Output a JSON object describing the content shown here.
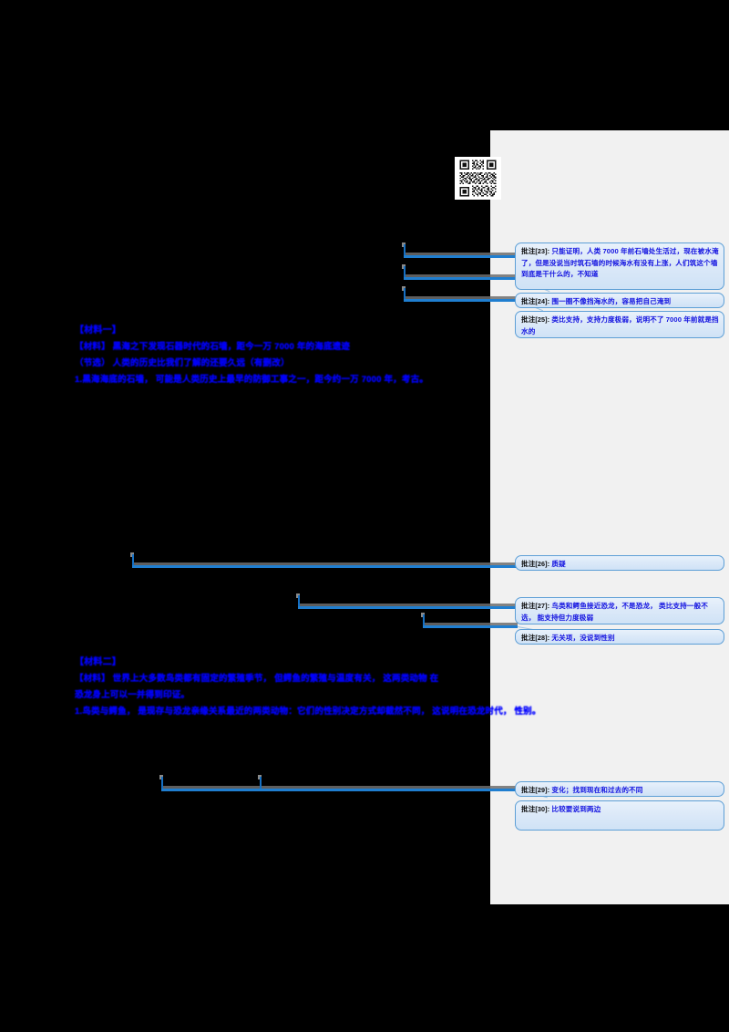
{
  "document": {
    "background_color": "#000000",
    "comment_pane_color": "#f1f1f1",
    "body_text_color": "#1414f0",
    "callout_border_color": "#5d9fd6",
    "callout_fill_color": "#dce9f8",
    "anchor_line_color": "#1f7ed0",
    "qr_code": {
      "name": "qr-code",
      "alt": "QR code watermark"
    },
    "blocks": [
      {
        "id": "block-a",
        "lines": [
          "【材料一】",
          "【材料】 黑海之下发现石器时代的石墙，距今一万 7000 年的海底遗迹",
          "（节选） 人类的历史比我们了解的还要久远（有删改）",
          "1.黑海海底的石墙， 可能是人类历史上最早的防御工事之一，距今约一万 7000 年，考古。"
        ]
      },
      {
        "id": "block-b",
        "lines": [
          "【材料二】",
          "【材料】 世界上大多数鸟类都有固定的繁殖季节， 但鳄鱼的繁殖与温度有关， 这两类动物 在",
          "恐龙身上可以一并得到印证。",
          "1.鸟类与鳄鱼， 是现存与恐龙亲缘关系最近的两类动物：它们的性别决定方式却截然不同， 这说明在恐龙时代， 性别。"
        ]
      }
    ]
  },
  "comments": [
    {
      "id": 23,
      "label": "批注",
      "index": "[23]",
      "text": "只能证明，人类 7000 年前石墙处生活过，现在被水淹了，但是没说当时筑石墙的时候海水有没有上涨，人们筑这个墙到底是干什么的，不知道"
    },
    {
      "id": 24,
      "label": "批注",
      "index": "[24]",
      "text": "围一圈不像挡海水的，容易把自己淹到"
    },
    {
      "id": 25,
      "label": "批注",
      "index": "[25]",
      "text": "类比支持，支持力度极弱，说明不了 7000 年前就是挡水的"
    },
    {
      "id": 26,
      "label": "批注",
      "index": "[26]",
      "text": "质疑"
    },
    {
      "id": 27,
      "label": "批注",
      "index": "[27]",
      "text": "鸟类和鳄鱼接近恐龙，不是恐龙， 类比支持一般不选， 能支持但力度极弱"
    },
    {
      "id": 28,
      "label": "批注",
      "index": "[28]",
      "text": "无关项，没说到性别"
    },
    {
      "id": 29,
      "label": "批注",
      "index": "[29]",
      "text": "变化；找到现在和过去的不同"
    },
    {
      "id": 30,
      "label": "批注",
      "index": "[30]",
      "text": "比较要说到两边"
    }
  ]
}
